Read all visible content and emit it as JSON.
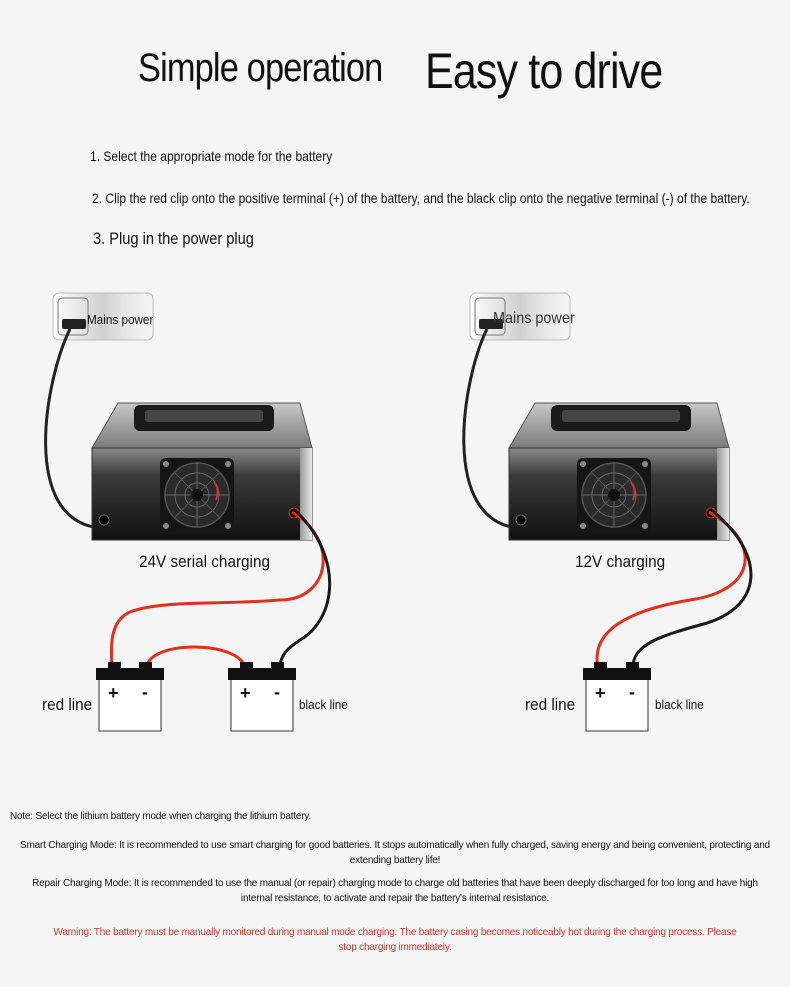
{
  "header": {
    "title_left": "Simple operation",
    "title_right": "Easy to drive"
  },
  "steps": [
    "1. Select the appropriate mode for the battery",
    "2. Clip the red clip onto the positive terminal (+) of the battery, and the black clip onto the negative terminal (-) of the battery.",
    "3. Plug in the power plug"
  ],
  "diagram_left": {
    "socket_label": "Mains power",
    "caption": "24V serial charging",
    "red_label": "red line",
    "black_label": "black line",
    "plus": "+",
    "minus": "-"
  },
  "diagram_right": {
    "socket_label": "Mains power",
    "caption": "12V charging",
    "red_label": "red line",
    "black_label": "black line",
    "plus": "+",
    "minus": "-"
  },
  "notes": {
    "note": "Note: Select the lithium battery mode when charging the lithium battery.",
    "smart": "Smart Charging Mode: It is recommended to use smart charging for good batteries. It stops automatically when fully charged, saving energy and being convenient, protecting and extending battery life!",
    "repair": "Repair Charging Mode: It is recommended to use the manual (or repair) charging mode to charge old batteries that have been deeply discharged for too long and have high internal resistance, to activate and repair the battery's internal resistance.",
    "warning": "Warning: The battery must be manually monitored during manual mode charging. The battery casing becomes noticeably hot during the charging process. Please stop charging immediately."
  },
  "colors": {
    "red_wire": "#e0301e",
    "black_wire": "#1a1a1a",
    "warning_text": "#c2352b"
  }
}
